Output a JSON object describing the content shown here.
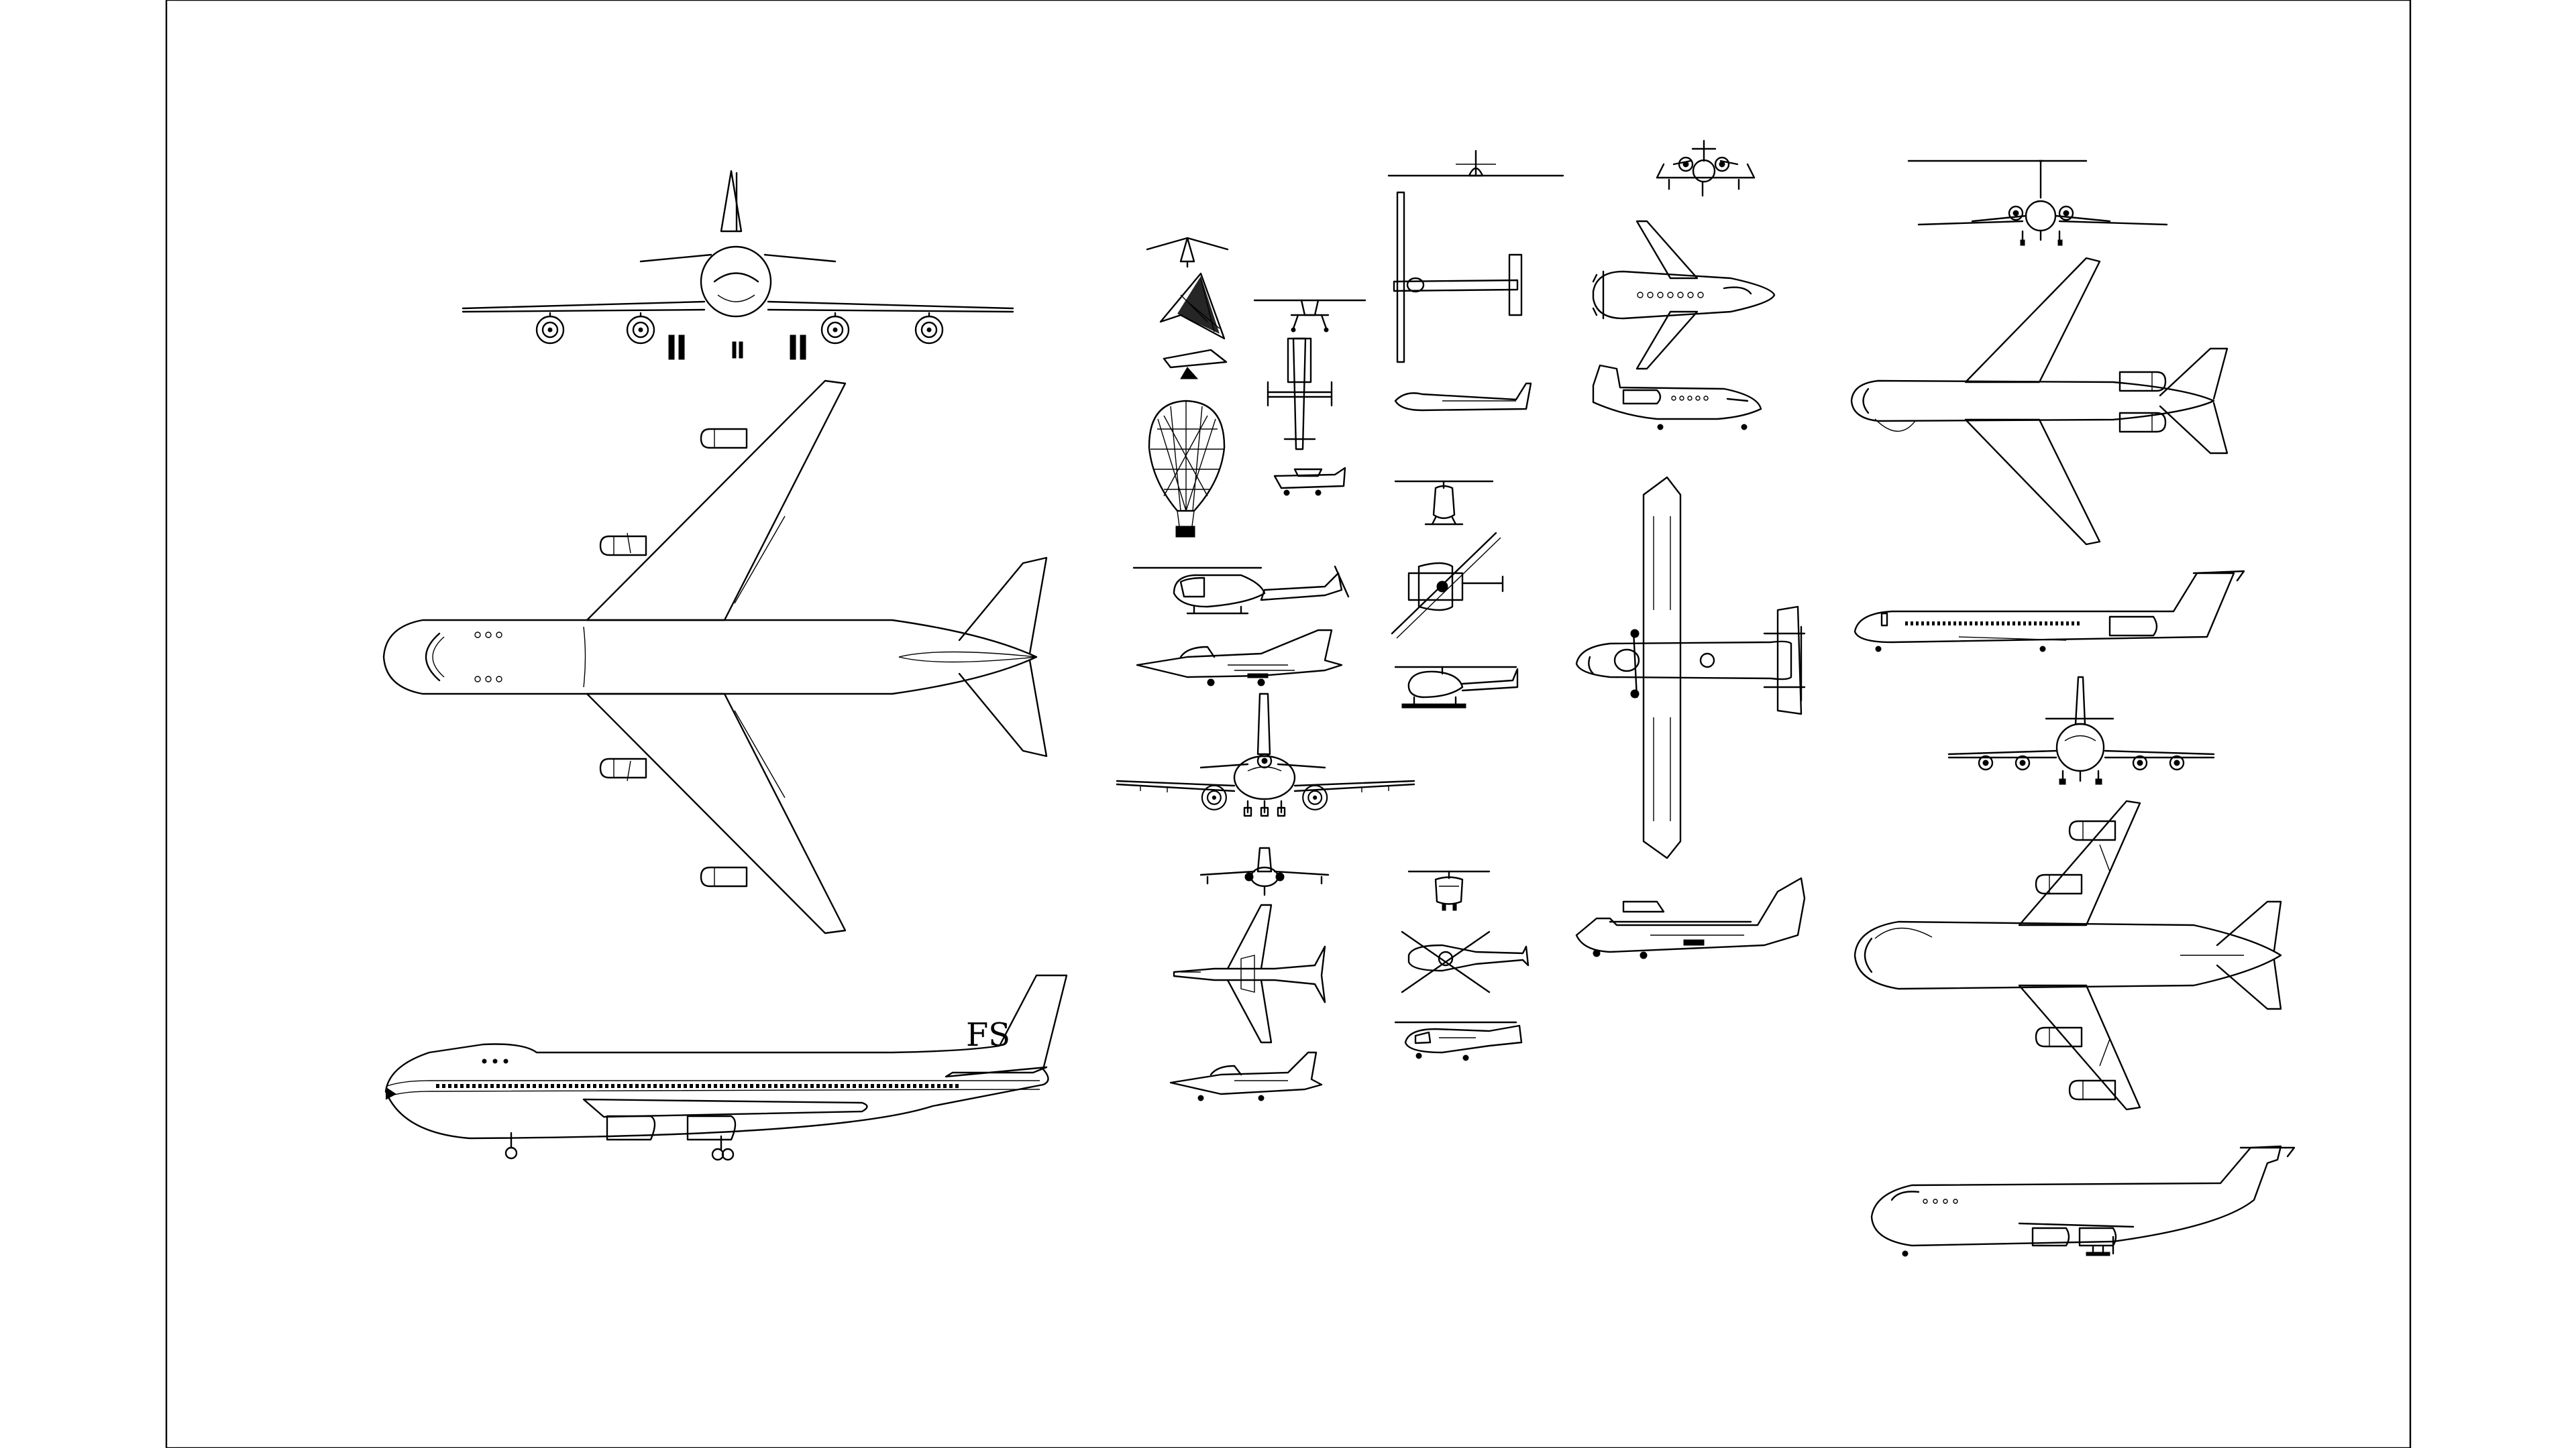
{
  "sheet": {
    "title": "",
    "tail_logo": "FS"
  },
  "colors": {
    "line": "#000000",
    "paper": "#ffffff",
    "frame": "#000000"
  },
  "blocks": [
    {
      "id": "b747-front",
      "view": "front"
    },
    {
      "id": "b747-top",
      "view": "top"
    },
    {
      "id": "b747-side",
      "view": "side"
    },
    {
      "id": "hang-glider-front",
      "view": "front"
    },
    {
      "id": "hang-glider-top",
      "view": "top"
    },
    {
      "id": "hang-glider-side",
      "view": "side"
    },
    {
      "id": "hot-air-balloon",
      "view": "side"
    },
    {
      "id": "light-plane-front",
      "view": "front"
    },
    {
      "id": "light-plane-top",
      "view": "top"
    },
    {
      "id": "light-plane-side",
      "view": "side"
    },
    {
      "id": "glider-front",
      "view": "front"
    },
    {
      "id": "glider-top",
      "view": "top"
    },
    {
      "id": "glider-side",
      "view": "side"
    },
    {
      "id": "bizjet-front",
      "view": "front"
    },
    {
      "id": "bizjet-top",
      "view": "top"
    },
    {
      "id": "bizjet-side",
      "view": "side"
    },
    {
      "id": "dc9-front",
      "view": "front"
    },
    {
      "id": "dc9-top",
      "view": "top"
    },
    {
      "id": "dc9-side",
      "view": "side"
    },
    {
      "id": "utility-helicopter-side",
      "view": "side"
    },
    {
      "id": "fighter-jet-side",
      "view": "side"
    },
    {
      "id": "tri-jet-front",
      "view": "front"
    },
    {
      "id": "small-helicopter-front",
      "view": "front"
    },
    {
      "id": "small-helicopter-top",
      "view": "top"
    },
    {
      "id": "small-helicopter-side",
      "view": "side"
    },
    {
      "id": "twin-prop-top",
      "view": "top"
    },
    {
      "id": "flying-boat-side",
      "view": "side"
    },
    {
      "id": "harrier-front",
      "view": "front"
    },
    {
      "id": "harrier-top",
      "view": "top"
    },
    {
      "id": "harrier-side",
      "view": "side"
    },
    {
      "id": "transport-helicopter-front",
      "view": "front"
    },
    {
      "id": "transport-helicopter-top",
      "view": "top"
    },
    {
      "id": "transport-helicopter-side",
      "view": "side"
    },
    {
      "id": "quad-jet-front",
      "view": "front"
    },
    {
      "id": "quad-jet-top",
      "view": "top"
    },
    {
      "id": "cargo-jet-side",
      "view": "side"
    }
  ]
}
